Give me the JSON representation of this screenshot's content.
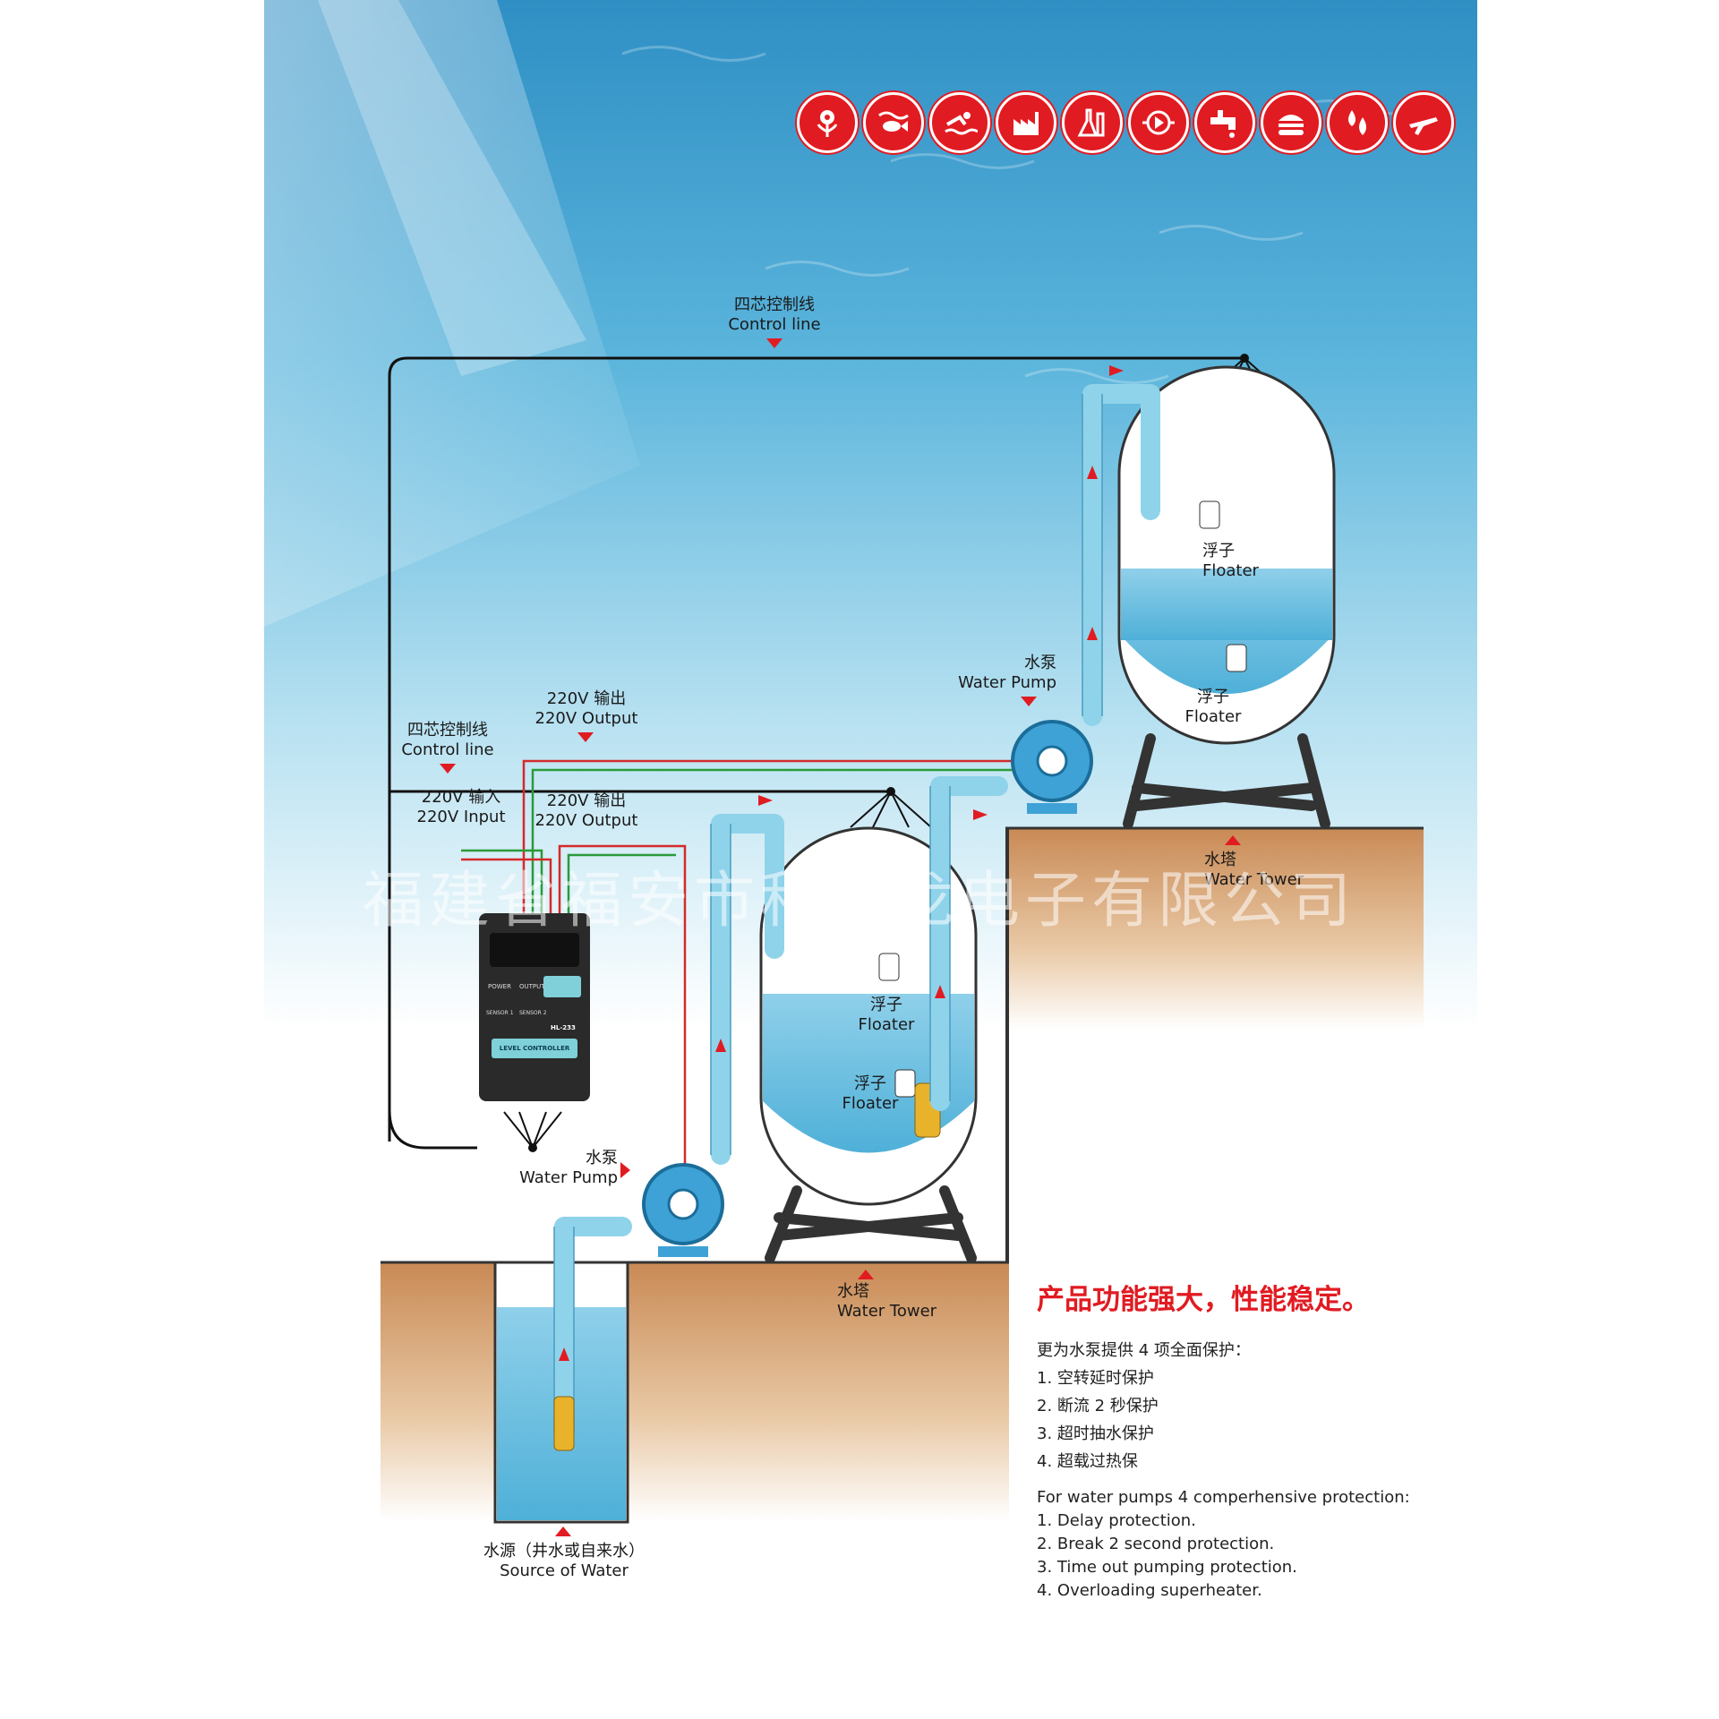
{
  "icons": [
    {
      "name": "flower-icon"
    },
    {
      "name": "fish-icon"
    },
    {
      "name": "swimmer-icon"
    },
    {
      "name": "factory-icon"
    },
    {
      "name": "flask-icon"
    },
    {
      "name": "valve-icon"
    },
    {
      "name": "faucet-icon"
    },
    {
      "name": "burger-icon"
    },
    {
      "name": "water-drops-icon"
    },
    {
      "name": "airplane-icon"
    }
  ],
  "labels": {
    "control_line_top_cn": "四芯控制线",
    "control_line_top_en": "Control line",
    "control_line_left_cn": "四芯控制线",
    "control_line_left_en": "Control line",
    "output_top_cn": "220V 输出",
    "output_top_en": "220V Output",
    "input_cn": "220V 输入",
    "input_en": "220V Input",
    "output_mid_cn": "220V 输出",
    "output_mid_en": "220V Output",
    "pump_upper_cn": "水泵",
    "pump_upper_en": "Water Pump",
    "pump_lower_cn": "水泵",
    "pump_lower_en": "Water Pump",
    "floater_cn": "浮子",
    "floater_en": "Floater",
    "tower_cn": "水塔",
    "tower_en": "Water Tower",
    "source_cn": "水源（井水或自来水）",
    "source_en": "Source of Water"
  },
  "controller": {
    "model": "HL-233",
    "name": "LEVEL CONTROLLER",
    "power": "POWER",
    "output": "OUTPUT",
    "sensor1": "SENSOR 1",
    "sensor2": "SENSOR 2"
  },
  "watermark": "福建省福安市科立龙电子有限公司",
  "info": {
    "title": "产品功能强大，性能稳定。",
    "cn_intro": "更为水泵提供 4 项全面保护：",
    "cn_items": [
      "1. 空转延时保护",
      "2. 断流 2 秒保护",
      "3. 超时抽水保护",
      "4. 超载过热保"
    ],
    "en_intro": "For water pumps 4 comperhensive protection:",
    "en_items": [
      "1. Delay protection.",
      "2. Break 2 second protection.",
      "3. Time out pumping protection.",
      "4. Overloading superheater."
    ]
  },
  "colors": {
    "accent": "#e11b22",
    "pipe": "#8fd3ea",
    "water": "#6fc3e2",
    "sky": "#5bb5dc",
    "soil": "#c98a55"
  }
}
